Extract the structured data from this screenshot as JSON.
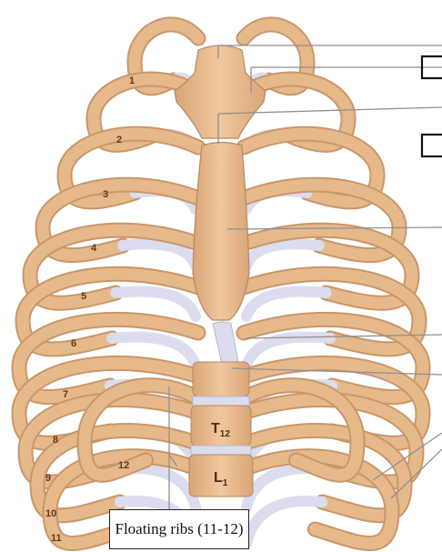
{
  "ribs": {
    "right_numbers": [
      "1",
      "2",
      "3",
      "4",
      "5",
      "6",
      "7",
      "8",
      "9",
      "10",
      "11",
      "12"
    ]
  },
  "vertebrae": {
    "t12": "T",
    "t12_sub": "12",
    "l1": "L",
    "l1_sub": "1"
  },
  "callout": {
    "floating_ribs": "Floating ribs (11-12)"
  },
  "colors": {
    "bone": "#e6b98b",
    "bone_shade": "#c9966a",
    "cartilage": "#dcdcef",
    "leader": "#8f8f8f"
  }
}
